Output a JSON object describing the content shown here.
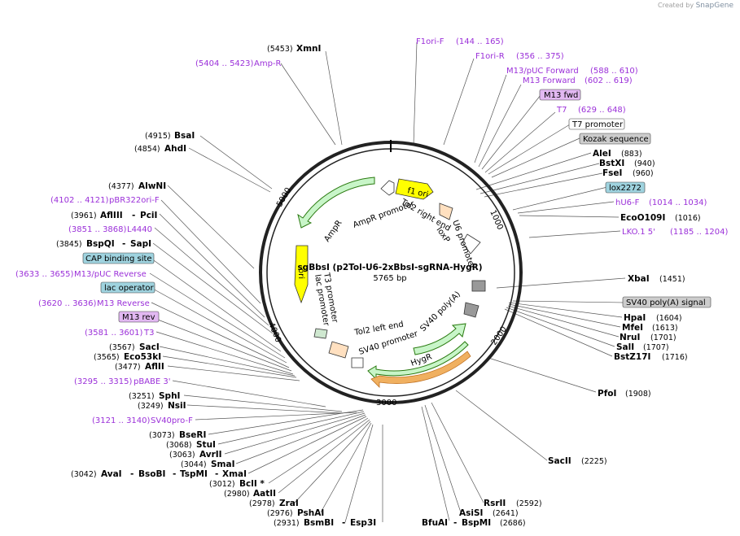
{
  "header": {
    "created_by": "Created by",
    "brand": "SnapGene"
  },
  "plasmid": {
    "name": "sgBbsI (p2Tol-U6-2xBbsI-sgRNA-HygR)",
    "length": "5765 bp"
  },
  "ticks": [
    "1000",
    "2000",
    "3000",
    "4000",
    "5000"
  ],
  "features": [
    "f1 ori",
    "AmpR",
    "AmpR promoter",
    "Tol2 right end",
    "loxP",
    "U6 promoter",
    "lac promoter",
    "T3 promoter",
    "ori",
    "Tol2 left end",
    "SV40 promoter",
    "SV40 poly(A)",
    "HygR"
  ],
  "labels": {
    "l1": "(5453)",
    "l1b": "XmnI",
    "l2": "(5404 .. 5423)",
    "l2b": "Amp-R",
    "l3": "F1ori-F",
    "l3p": "(144 .. 165)",
    "l4": "F1ori-R",
    "l4p": "(356 .. 375)",
    "l5": "M13/pUC Forward",
    "l5p": "(588 .. 610)",
    "l6": "M13 Forward",
    "l6p": "(602 .. 619)",
    "l7": "M13 fwd",
    "l8": "T7",
    "l8p": "(629 .. 648)",
    "l9": "T7 promoter",
    "l10": "Kozak sequence",
    "l11": "AleI",
    "l11p": "(883)",
    "l12": "BstXI",
    "l12p": "(940)",
    "l13": "FseI",
    "l13p": "(960)",
    "l14": "lox2272",
    "l15": "hU6-F",
    "l15p": "(1014 .. 1034)",
    "l16": "EcoO109I",
    "l16p": "(1016)",
    "l17": "LKO.1 5'",
    "l17p": "(1185 .. 1204)",
    "l18": "XbaI",
    "l18p": "(1451)",
    "l19": "SV40 poly(A) signal",
    "l20": "HpaI",
    "l20p": "(1604)",
    "l21": "MfeI",
    "l21p": "(1613)",
    "l22": "NruI",
    "l22p": "(1701)",
    "l23": "SalI",
    "l23p": "(1707)",
    "l24": "BstZ17I",
    "l24p": "(1716)",
    "l25": "PfoI",
    "l25p": "(1908)",
    "l26": "SacII",
    "l26p": "(2225)",
    "l27": "RsrII",
    "l27p": "(2592)",
    "l28": "AsiSI",
    "l28p": "(2641)",
    "l29": "BfuAI",
    "l29b": "BspMI",
    "l29p": "(2686)",
    "l30": "(4915)",
    "l30b": "BsaI",
    "l31": "(4854)",
    "l31b": "AhdI",
    "l32": "(4377)",
    "l32b": "AlwNI",
    "l33": "(4102 .. 4121)",
    "l33b": "pBR322ori-F",
    "l34": "(3961)",
    "l34b": "AflIII",
    "l34c": "PciI",
    "l35": "(3851 .. 3868)",
    "l35b": "L4440",
    "l36": "(3845)",
    "l36b": "BspQI",
    "l36c": "SapI",
    "l37": "CAP binding site",
    "l38": "(3633 .. 3655)",
    "l38b": "M13/pUC Reverse",
    "l39": "lac operator",
    "l40": "(3620 .. 3636)",
    "l40b": "M13 Reverse",
    "l41": "M13 rev",
    "l42": "(3581 .. 3601)",
    "l42b": "T3",
    "l43": "(3567)",
    "l43b": "SacI",
    "l44": "(3565)",
    "l44b": "Eco53kI",
    "l45": "(3477)",
    "l45b": "AflII",
    "l46": "(3295 .. 3315)",
    "l46b": "pBABE 3'",
    "l47": "(3251)",
    "l47b": "SphI",
    "l48": "(3249)",
    "l48b": "NsiI",
    "l49": "(3121 .. 3140)",
    "l49b": "SV40pro-F",
    "l50": "(3073)",
    "l50b": "BseRI",
    "l51": "(3068)",
    "l51b": "StuI",
    "l52": "(3063)",
    "l52b": "AvrII",
    "l53": "(3044)",
    "l53b": "SmaI",
    "l54": "(3042)",
    "l54b": "AvaI",
    "l54c": "BsoBI",
    "l54d": "TspMI",
    "l54e": "XmaI",
    "l55": "(3012)",
    "l55b": "BclI *",
    "l56": "(2980)",
    "l56b": "AatII",
    "l57": "(2978)",
    "l57b": "ZraI",
    "l58": "(2976)",
    "l58b": "PshAI",
    "l59": "(2931)",
    "l59b": "BsmBI",
    "l59c": "Esp3I"
  },
  "colors": {
    "primer": "#9b30d9",
    "ampr": "#c8f5c8",
    "ori": "#ffff00",
    "hygr": "#c8f5c8",
    "box_blue": "#9fd3df",
    "box_purple": "#e2b8f2",
    "box_gray": "#cccccc"
  }
}
